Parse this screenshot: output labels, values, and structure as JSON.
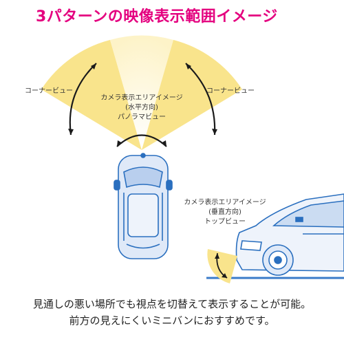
{
  "title": "3パターンの映像表示範囲イメージ",
  "labels": {
    "corner_left": "コーナービュー",
    "corner_right": "コーナービュー",
    "horizontal_1": "カメラ表示エリアイメージ",
    "horizontal_2": "(水平方向)",
    "horizontal_3": "パノラマビュー",
    "vertical_1": "カメラ表示エリアイメージ",
    "vertical_2": "(垂直方向)",
    "vertical_3": "トップビュー"
  },
  "caption": {
    "line1": "見通しの悪い場所でも視点を切替えて表示することが可能。",
    "line2": "前方の見えにくいミニバンにおすすめです。"
  },
  "colors": {
    "title": "#e4007f",
    "fan": "#f9e48c",
    "fan_center": "#fdf6d6",
    "car_outline": "#2a6fbf",
    "car_fill": "#dfe9f8",
    "arrow": "#1a1a1a"
  }
}
